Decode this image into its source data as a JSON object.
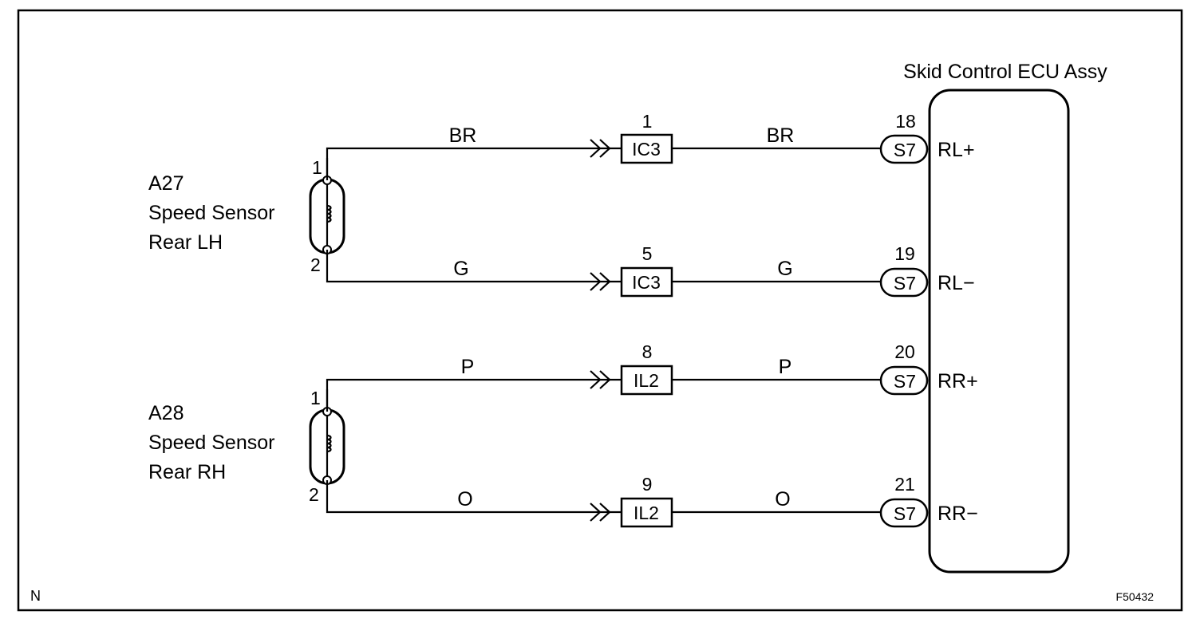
{
  "ecu": {
    "title": "Skid Control ECU Assy"
  },
  "sensors": [
    {
      "code": "A27",
      "name_line1": "Speed Sensor",
      "name_line2": "Rear LH",
      "pin_top": "1",
      "pin_bottom": "2"
    },
    {
      "code": "A28",
      "name_line1": "Speed Sensor",
      "name_line2": "Rear RH",
      "pin_top": "1",
      "pin_bottom": "2"
    }
  ],
  "wires": [
    {
      "color_left": "BR",
      "junction_pin": "1",
      "junction": "IC3",
      "color_right": "BR",
      "ecu_pin": "18",
      "ecu_connector": "S7",
      "ecu_terminal": "RL+"
    },
    {
      "color_left": "G",
      "junction_pin": "5",
      "junction": "IC3",
      "color_right": "G",
      "ecu_pin": "19",
      "ecu_connector": "S7",
      "ecu_terminal": "RL−"
    },
    {
      "color_left": "P",
      "junction_pin": "8",
      "junction": "IL2",
      "color_right": "P",
      "ecu_pin": "20",
      "ecu_connector": "S7",
      "ecu_terminal": "RR+"
    },
    {
      "color_left": "O",
      "junction_pin": "9",
      "junction": "IL2",
      "color_right": "O",
      "ecu_pin": "21",
      "ecu_connector": "S7",
      "ecu_terminal": "RR−"
    }
  ],
  "footer": {
    "corner_left": "N",
    "figure_id": "F50432"
  }
}
